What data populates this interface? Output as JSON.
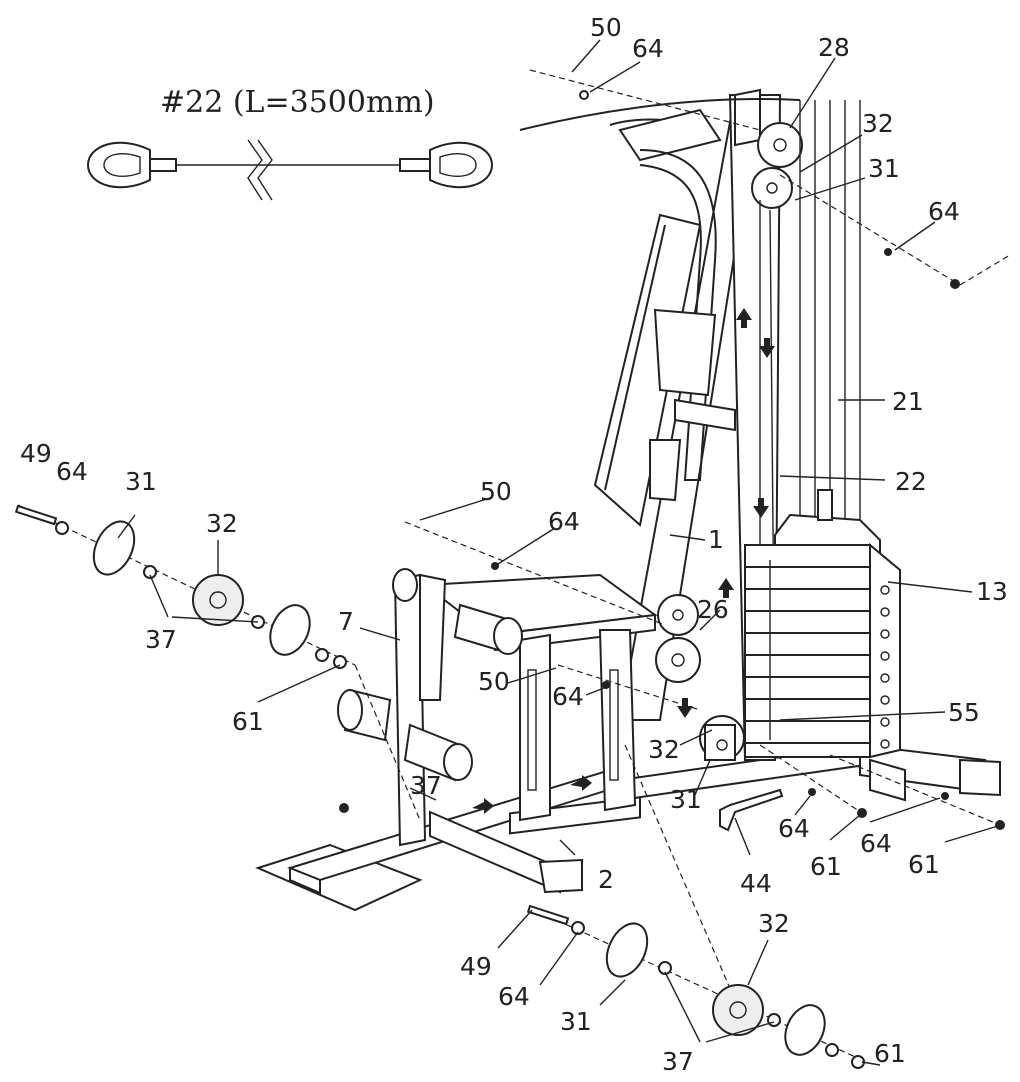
{
  "cable": {
    "title": "#22 (L=3500mm)"
  },
  "callouts": [
    {
      "id": "c50-top",
      "text": "50"
    },
    {
      "id": "c64-top",
      "text": "64"
    },
    {
      "id": "c28",
      "text": "28"
    },
    {
      "id": "c32-top",
      "text": "32"
    },
    {
      "id": "c31-top",
      "text": "31"
    },
    {
      "id": "c64-right",
      "text": "64"
    },
    {
      "id": "c21",
      "text": "21"
    },
    {
      "id": "c22",
      "text": "22"
    },
    {
      "id": "c1",
      "text": "1"
    },
    {
      "id": "c13",
      "text": "13"
    },
    {
      "id": "c26",
      "text": "26"
    },
    {
      "id": "c55",
      "text": "55"
    },
    {
      "id": "c50-mid",
      "text": "50"
    },
    {
      "id": "c64-mid",
      "text": "64"
    },
    {
      "id": "c50-seat",
      "text": "50"
    },
    {
      "id": "c64-seat",
      "text": "64"
    },
    {
      "id": "c7",
      "text": "7"
    },
    {
      "id": "c32-low",
      "text": "32"
    },
    {
      "id": "c31-low",
      "text": "31"
    },
    {
      "id": "c37-mid",
      "text": "37"
    },
    {
      "id": "c2",
      "text": "2"
    },
    {
      "id": "c44",
      "text": "44"
    },
    {
      "id": "c64-b1",
      "text": "64"
    },
    {
      "id": "c61-b1",
      "text": "61"
    },
    {
      "id": "c64-b2",
      "text": "64"
    },
    {
      "id": "c61-b2",
      "text": "61"
    },
    {
      "id": "c49-left",
      "text": "49"
    },
    {
      "id": "c64-left",
      "text": "64"
    },
    {
      "id": "c31-left",
      "text": "31"
    },
    {
      "id": "c32-left",
      "text": "32"
    },
    {
      "id": "c37-left",
      "text": "37"
    },
    {
      "id": "c61-left",
      "text": "61"
    },
    {
      "id": "c49-bot",
      "text": "49"
    },
    {
      "id": "c64-bot",
      "text": "64"
    },
    {
      "id": "c31-bot",
      "text": "31"
    },
    {
      "id": "c32-bot",
      "text": "32"
    },
    {
      "id": "c37-bot",
      "text": "37"
    },
    {
      "id": "c61-bot",
      "text": "61"
    }
  ]
}
